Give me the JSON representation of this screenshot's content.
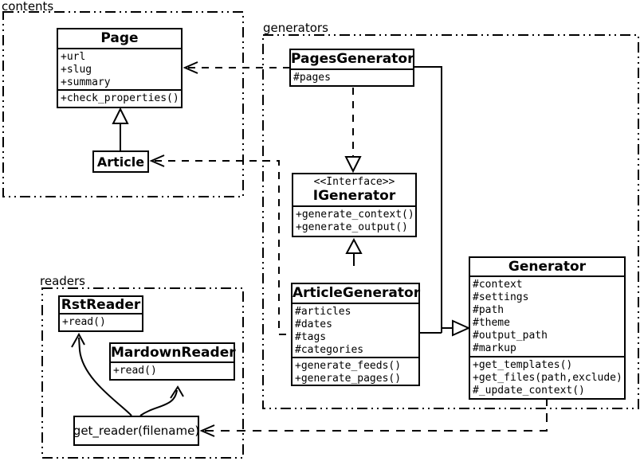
{
  "diagram_type": "uml-class-diagram",
  "colors": {
    "foreground": "#000000",
    "background": "#ffffff"
  },
  "packages": {
    "contents": {
      "label": "contents"
    },
    "generators": {
      "label": "generators"
    },
    "readers": {
      "label": "readers"
    }
  },
  "classes": {
    "page": {
      "name": "Page",
      "attributes": [
        "+url",
        "+slug",
        "+summary"
      ],
      "methods": [
        "+check_properties()"
      ]
    },
    "article": {
      "name": "Article"
    },
    "pages_generator": {
      "name": "PagesGenerator",
      "attributes": [
        "#pages"
      ]
    },
    "igenerator": {
      "stereotype": "<<Interface>>",
      "name": "IGenerator",
      "methods": [
        "+generate_context()",
        "+generate_output()"
      ]
    },
    "article_generator": {
      "name": "ArticleGenerator",
      "attributes": [
        "#articles",
        "#dates",
        "#tags",
        "#categories"
      ],
      "methods": [
        "+generate_feeds()",
        "+generate_pages()"
      ]
    },
    "generator": {
      "name": "Generator",
      "attributes": [
        "#context",
        "#settings",
        "#path",
        "#theme",
        "#output_path",
        "#markup"
      ],
      "methods": [
        "+get_templates()",
        "+get_files(path,exclude)",
        "#_update_context()"
      ]
    },
    "rst_reader": {
      "name": "RstReader",
      "methods": [
        "+read()"
      ]
    },
    "mardown_reader": {
      "name": "MardownReader",
      "methods": [
        "+read()"
      ]
    },
    "get_reader": {
      "label": "get_reader(filename)"
    }
  },
  "edges": [
    {
      "from": "Article",
      "to": "Page",
      "type": "inheritance-solid-hollow-triangle"
    },
    {
      "from": "PagesGenerator",
      "to": "IGenerator",
      "type": "realization-dashed-hollow-triangle"
    },
    {
      "from": "ArticleGenerator",
      "to": "IGenerator",
      "type": "inheritance-solid-hollow-triangle"
    },
    {
      "from": "PagesGenerator",
      "to": "Generator",
      "type": "inheritance-solid-hollow-triangle"
    },
    {
      "from": "ArticleGenerator",
      "to": "Generator",
      "type": "inheritance-solid-hollow-triangle"
    },
    {
      "from": "PagesGenerator",
      "to": "Page",
      "type": "dependency-dashed-open-arrow"
    },
    {
      "from": "ArticleGenerator",
      "to": "Article",
      "type": "dependency-dashed-open-arrow"
    },
    {
      "from": "Generator",
      "to": "get_reader(filename)",
      "type": "dependency-dashed-open-arrow"
    },
    {
      "from": "get_reader(filename)",
      "to": "RstReader",
      "type": "curved-open-arrow"
    },
    {
      "from": "get_reader(filename)",
      "to": "MardownReader",
      "type": "curved-open-arrow"
    }
  ]
}
